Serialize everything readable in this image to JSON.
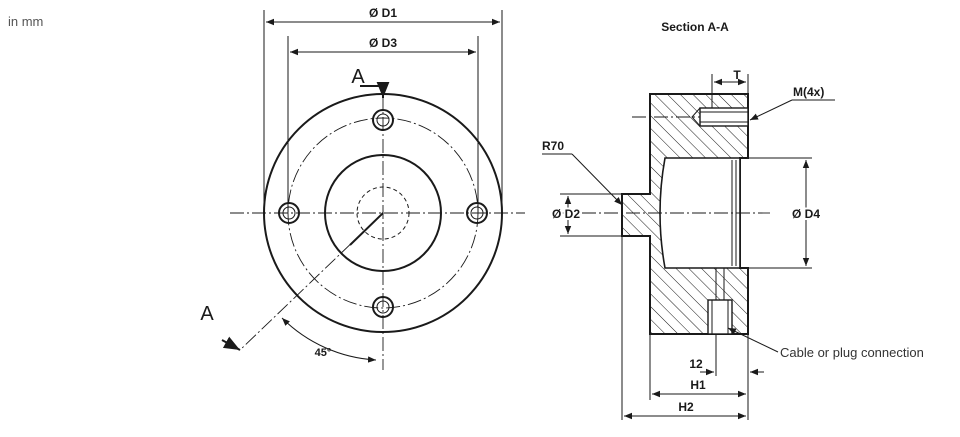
{
  "units": {
    "label": "in mm"
  },
  "front_view": {
    "diameter_outer": "Ø D1",
    "diameter_bolt_circle": "Ø D3",
    "section_marker_top": "A",
    "section_marker_bottom": "A",
    "angle": "45°"
  },
  "section_view": {
    "title": "Section A-A",
    "depth_symbol": "T",
    "thread": "M(4x)",
    "radius": "R70",
    "diameter_d2": "Ø D2",
    "diameter_d4": "Ø D4",
    "cable_note": "Cable or plug connection",
    "dim_12": "12",
    "height_h1": "H1",
    "height_h2": "H2"
  }
}
